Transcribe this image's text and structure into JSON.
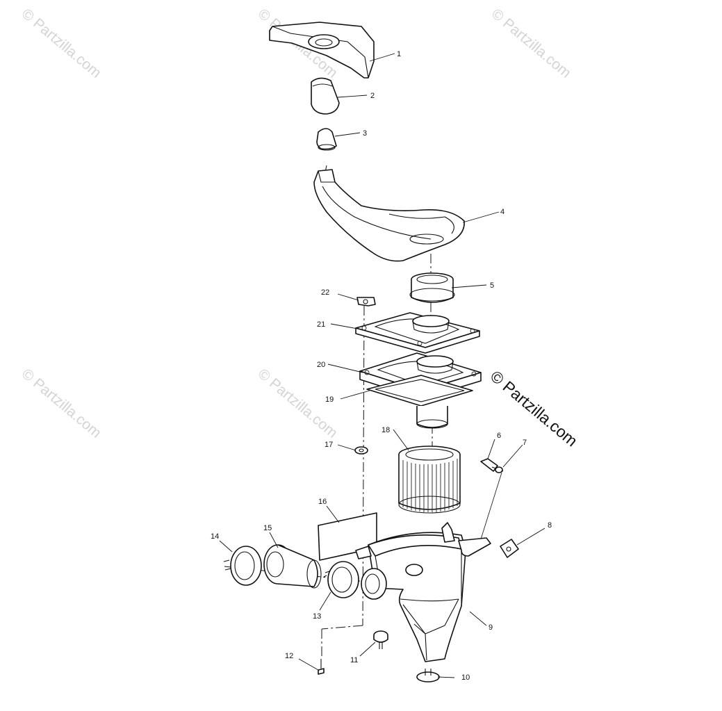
{
  "watermarks": {
    "faint": "© Partzilla.com",
    "main": "© Partzilla.com"
  },
  "callouts": {
    "c1": "1",
    "c2": "2",
    "c3": "3",
    "c4": "4",
    "c5": "5",
    "c6": "6",
    "c7": "7",
    "c8": "8",
    "c9": "9",
    "c10": "10",
    "c11": "11",
    "c12": "12",
    "c13": "13",
    "c14": "14",
    "c15": "15",
    "c16": "16",
    "c17": "17",
    "c18": "18",
    "c19": "19",
    "c20": "20",
    "c21": "21",
    "c22": "22"
  }
}
